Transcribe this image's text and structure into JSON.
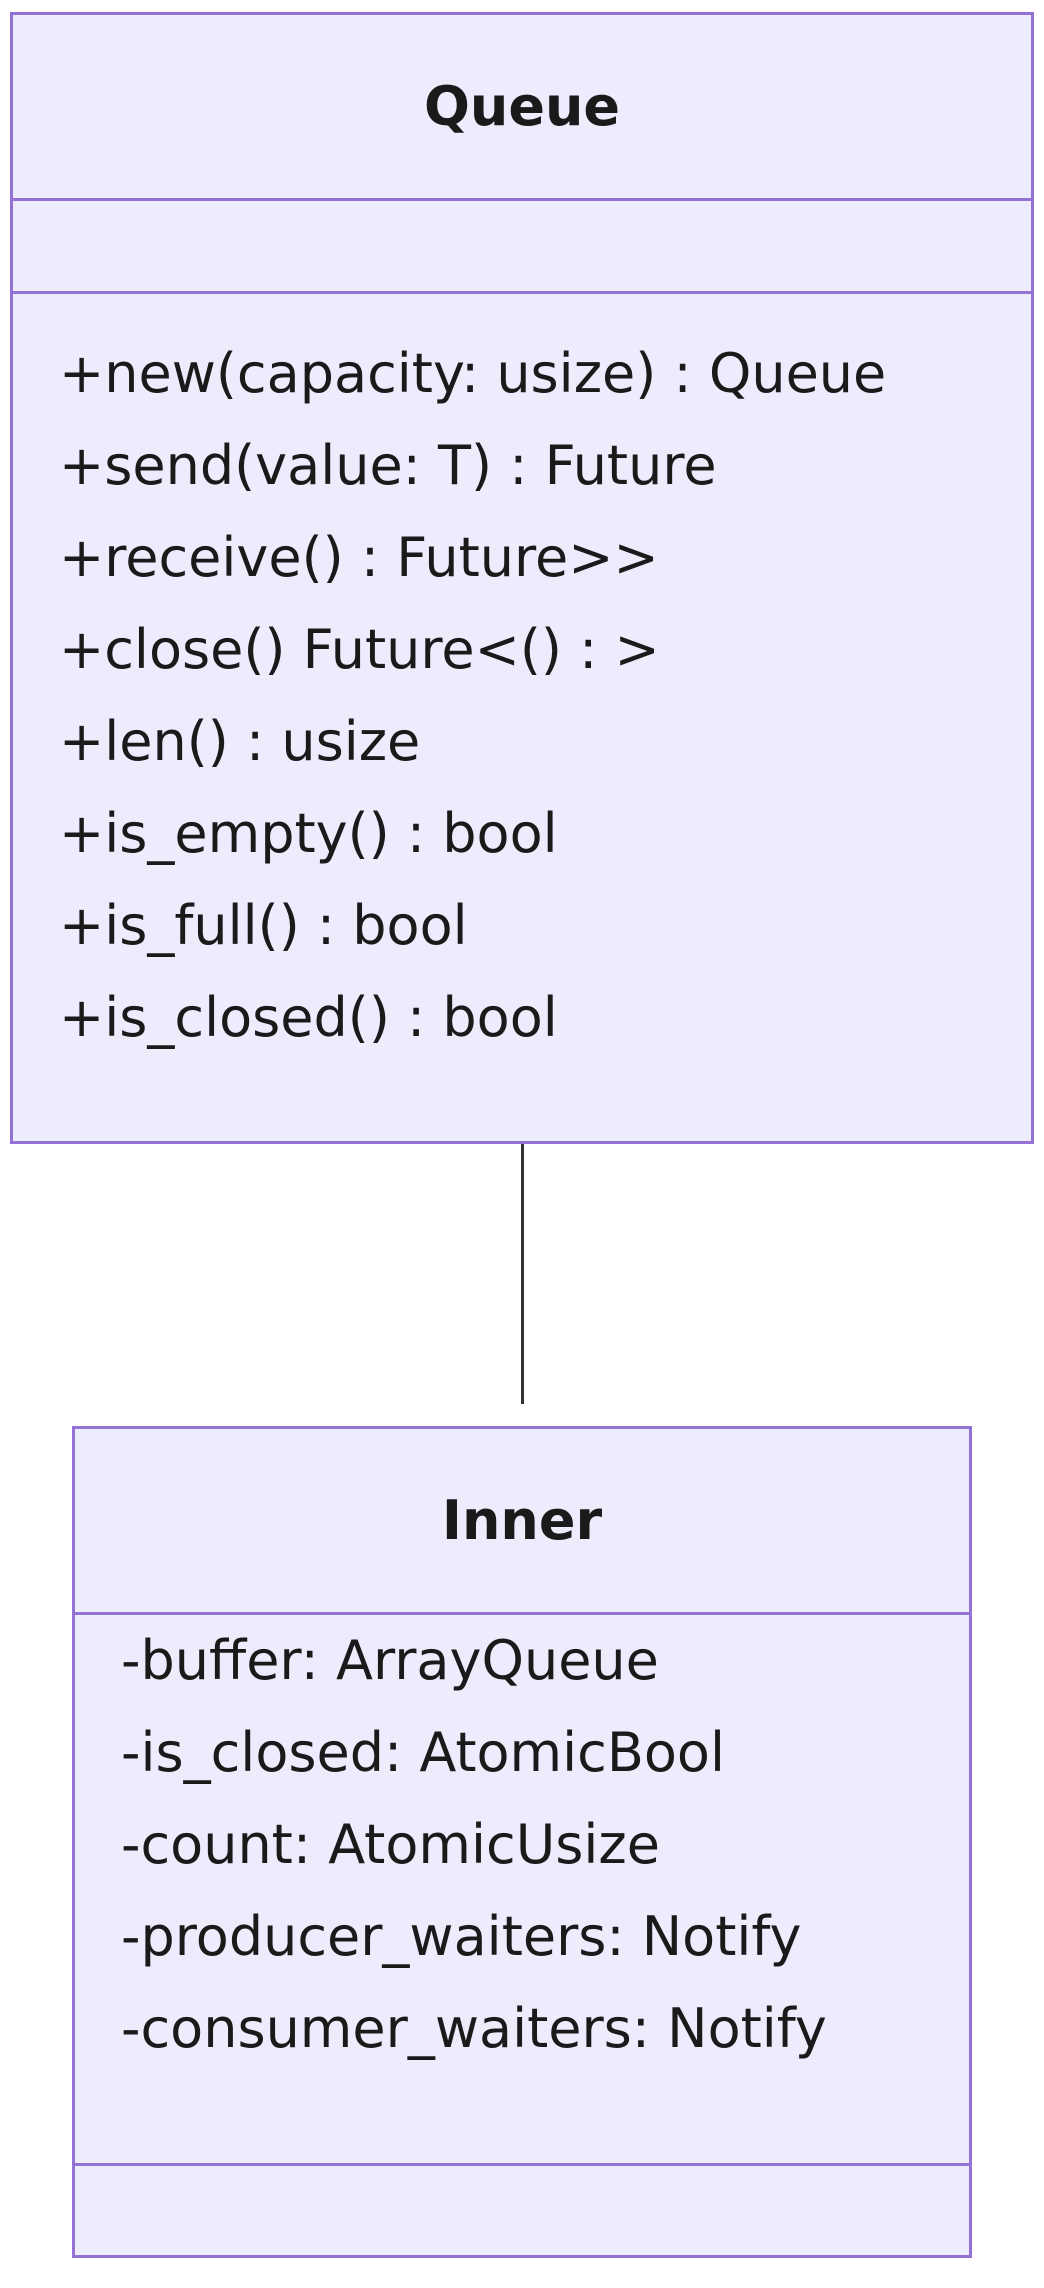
{
  "classes": [
    {
      "name": "Queue",
      "attributes": [],
      "methods": [
        "+new(capacity: usize) : Queue",
        "+send(value: T) : Future",
        "+receive() : Future>>",
        "+close() Future<() : >",
        "+len() : usize",
        "+is_empty() : bool",
        "+is_full() : bool",
        "+is_closed() : bool"
      ]
    },
    {
      "name": "Inner",
      "attributes": [
        "-buffer: ArrayQueue",
        "-is_closed: AtomicBool",
        "-count: AtomicUsize",
        "-producer_waiters: Notify",
        "-consumer_waiters: Notify"
      ],
      "methods": []
    }
  ],
  "colors": {
    "box_fill": "#ececfd",
    "box_border": "#9471d4",
    "line": "#333333",
    "text": "#1a1a1a"
  }
}
